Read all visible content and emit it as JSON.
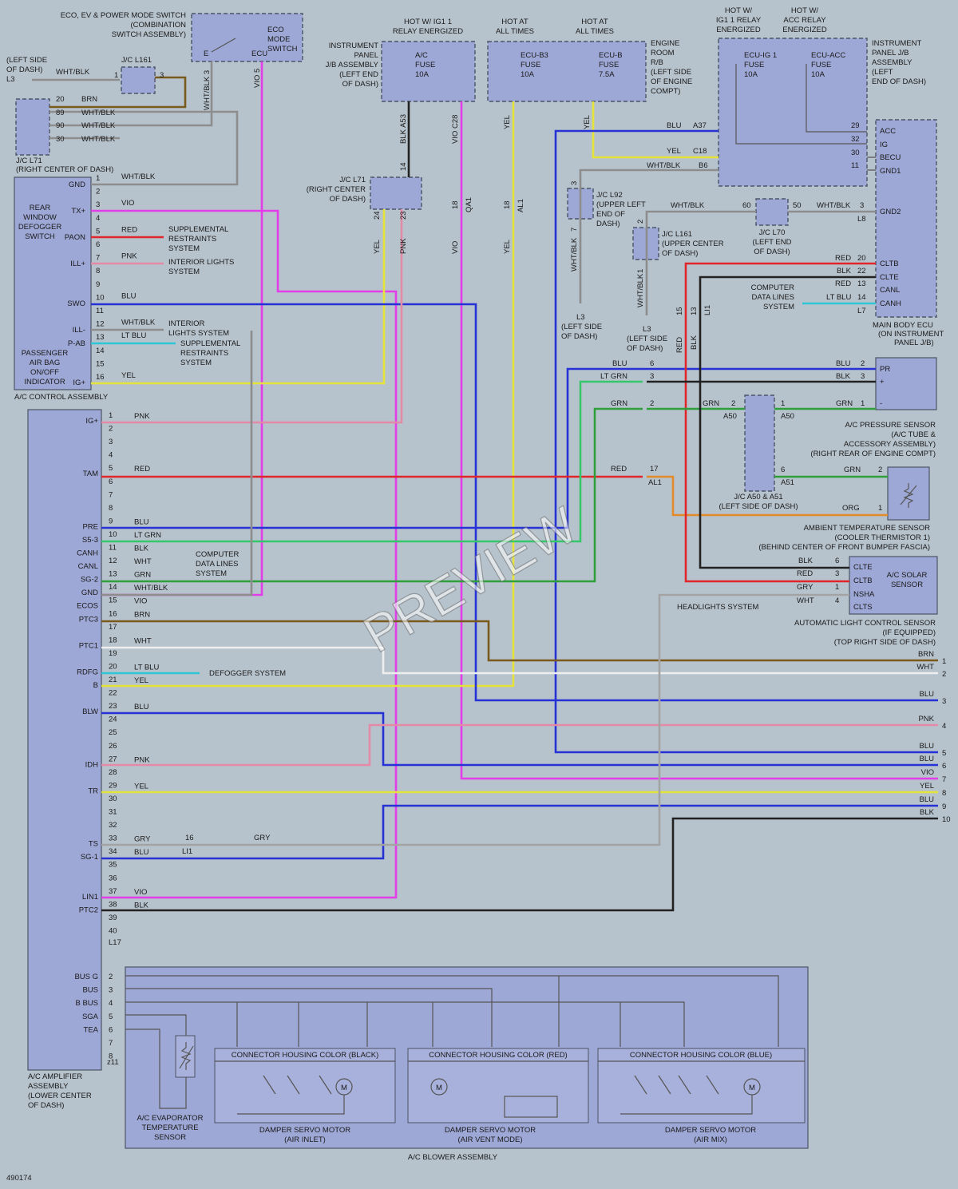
{
  "diagram_id": "490174",
  "watermark": "PREVIEW",
  "components": {
    "eco_switch": {
      "title": "ECO, EV & POWER MODE SWITCH",
      "title2": "(COMBINATION",
      "title3": "SWITCH ASSEMBLY)",
      "label": "ECO",
      "label2": "MODE",
      "label3": "SWITCH",
      "pin_e": "E",
      "pin_ecu": "ECU"
    },
    "jc_l161_top": {
      "label": "J/C L161",
      "pin1": "1",
      "pin3": "3"
    },
    "left_ground_l3": {
      "line1": "(LEFT SIDE",
      "line2": "OF DASH)",
      "line3": "L3"
    },
    "ip_jb_left": {
      "title": "HOT W/ IG1 1",
      "title2": "RELAY ENERGIZED",
      "l1": "INSTRUMENT",
      "l2": "PANEL",
      "l3": "J/B ASSEMBLY",
      "l4": "(LEFT END",
      "l5": "OF DASH)",
      "fuse_name": "A/C",
      "fuse_type": "FUSE",
      "fuse_rating": "10A",
      "pin_a53": "A53",
      "pin_c28": "C28"
    },
    "engine_room_rb": {
      "hot1": "HOT AT",
      "hot1b": "ALL TIMES",
      "hot2": "HOT AT",
      "hot2b": "ALL TIMES",
      "l1": "ENGINE",
      "l2": "ROOM",
      "l3": "R/B",
      "l4": "(LEFT SIDE",
      "l5": "OF ENGINE",
      "l6": "COMPT)",
      "fuse1": "ECU-B3",
      "fuse1b": "FUSE",
      "fuse1c": "10A",
      "fuse2": "ECU-B",
      "fuse2b": "FUSE",
      "fuse2c": "7.5A"
    },
    "ip_jb_right": {
      "hot1": "HOT W/",
      "hot1b": "IG1 1 RELAY",
      "hot1c": "ENERGIZED",
      "hot2": "HOT W/",
      "hot2b": "ACC RELAY",
      "hot2c": "ENERGIZED",
      "l1": "INSTRUMENT",
      "l2": "PANEL J/B",
      "l3": "ASSEMBLY",
      "l4": "(LEFT",
      "l5": "END OF DASH)",
      "fuse1": "ECU-IG 1",
      "fuse1b": "FUSE",
      "fuse1c": "10A",
      "fuse2": "ECU-ACC",
      "fuse2b": "FUSE",
      "fuse2c": "10A"
    },
    "main_body_ecu": {
      "l1": "MAIN BODY ECU",
      "l2": "(ON INSTRUMENT",
      "l3": "PANEL J/B)",
      "acc": "ACC",
      "ig": "IG",
      "becu": "BECU",
      "gnd1": "GND1",
      "gnd2": "GND2",
      "cltb": "CLTB",
      "clte": "CLTE",
      "canl": "CANL",
      "canh": "CANH",
      "conn_l8": "L8",
      "conn_l7": "L7"
    },
    "jc_l71_top": {
      "l1": "J/C L71",
      "l2": "(RIGHT CENTER OF DASH)"
    },
    "jc_l71_mid": {
      "l1": "J/C L71",
      "l2": "(RIGHT CENTER",
      "l3": "OF DASH)"
    },
    "jc_l92": {
      "l1": "J/C L92",
      "l2": "(UPPER LEFT",
      "l3": "END OF",
      "l4": "DASH)"
    },
    "jc_l161_mid": {
      "l1": "J/C L161",
      "l2": "(UPPER CENTER",
      "l3": "OF DASH)"
    },
    "jc_l70": {
      "l1": "J/C L70",
      "l2": "(LEFT END",
      "l3": "OF DASH)"
    },
    "gnd_l3_a": {
      "l1": "L3",
      "l2": "(LEFT SIDE",
      "l3": "OF DASH)"
    },
    "gnd_l3_b": {
      "l1": "L3",
      "l2": "(LEFT SIDE",
      "l3": "OF DASH)"
    },
    "computer_data_upper": {
      "l1": "COMPUTER",
      "l2": "DATA LINES",
      "l3": "SYSTEM"
    },
    "ac_control": {
      "title": "A/C CONTROL ASSEMBLY",
      "gnd": "GND",
      "rear1": "REAR",
      "rear2": "WINDOW",
      "rear3": "DEFOGGER",
      "rear4": "SWITCH",
      "txp": "TX+",
      "paon": "PAON",
      "illp": "ILL+",
      "swo": "SWO",
      "illm": "ILL-",
      "pab": "P-AB",
      "pa1": "PASSENGER",
      "pa2": "AIR BAG",
      "pa3": "ON/OFF",
      "pa4": "INDICATOR",
      "igp": "IG+"
    },
    "srs1": {
      "l1": "SUPPLEMENTAL",
      "l2": "RESTRAINTS",
      "l3": "SYSTEM"
    },
    "interior1": {
      "l1": "INTERIOR LIGHTS",
      "l2": "SYSTEM"
    },
    "interior2": {
      "l1": "INTERIOR",
      "l2": "LIGHTS SYSTEM"
    },
    "srs2": {
      "l1": "SUPPLEMENTAL",
      "l2": "RESTRAINTS",
      "l3": "SYSTEM"
    },
    "pressure_sensor": {
      "pr": "PR",
      "plus": "+",
      "minus": "-",
      "l1": "A/C PRESSURE SENSOR",
      "l2": "(A/C TUBE &",
      "l3": "ACCESSORY ASSEMBLY)",
      "l4": "(RIGHT REAR OF ENGINE COMPT)"
    },
    "jc_a50": {
      "l1": "J/C A50 & A51",
      "l2": "(LEFT SIDE OF DASH)",
      "a50a": "A50",
      "a50b": "A50",
      "a51": "A51"
    },
    "ambient_sensor": {
      "l1": "AMBIENT TEMPERATURE SENSOR",
      "l2": "(COOLER THERMISTOR 1)",
      "l3": "(BEHIND CENTER OF FRONT BUMPER FASCIA)"
    },
    "solar_sensor": {
      "clte": "CLTE",
      "cltb": "CLTB",
      "nsha": "NSHA",
      "clts": "CLTS",
      "l1": "A/C SOLAR",
      "l2": "SENSOR",
      "al1": "AUTOMATIC LIGHT CONTROL SENSOR",
      "al2": "(IF EQUIPPED)",
      "al3": "(TOP RIGHT SIDE OF DASH)",
      "headlights": "HEADLIGHTS SYSTEM"
    },
    "amplifier": {
      "l1": "A/C AMPLIFIER",
      "l2": "ASSEMBLY",
      "l3": "(LOWER CENTER",
      "l4": "OF DASH)",
      "conn_l17": "L17",
      "conn_z11": "z11"
    },
    "computer_data_lower": {
      "l1": "COMPUTER",
      "l2": "DATA LINES",
      "l3": "SYSTEM"
    },
    "defogger": {
      "l1": "DEFOGGER SYSTEM"
    },
    "blower": {
      "title": "A/C BLOWER ASSEMBLY",
      "busg": "BUS G",
      "bus": "BUS",
      "bbus": "B BUS",
      "sga": "SGA",
      "tea": "TEA",
      "evap1": "A/C EVAPORATOR",
      "evap2": "TEMPERATURE",
      "evap3": "SENSOR",
      "conn_black": "CONNECTOR HOUSING COLOR (BLACK)",
      "conn_red": "CONNECTOR HOUSING COLOR (RED)",
      "conn_blue": "CONNECTOR HOUSING COLOR (BLUE)",
      "m1a": "DAMPER SERVO MOTOR",
      "m1b": "(AIR INLET)",
      "m2a": "DAMPER SERVO MOTOR",
      "m2b": "(AIR VENT MODE)",
      "m3a": "DAMPER SERVO MOTOR",
      "m3b": "(AIR MIX)",
      "motor_symbol": "M"
    }
  },
  "wire_colors": {
    "VIO": "#e23de8",
    "YEL": "#e5e23a",
    "BLU": "#2632d6",
    "RED": "#e0262b",
    "PNK": "#e58aa6",
    "LT_BLU": "#2ec6d6",
    "LT_GRN": "#36c76a",
    "GRN": "#2f9f3b",
    "BRN": "#7a5a1c",
    "WHT": "#eeeeee",
    "GRY": "#a3a3a3",
    "BLK": "#222222",
    "WHT_BLK": "#8d8d8d",
    "ORG": "#e38a2a"
  },
  "ac_control_pins": [
    {
      "pin": "1",
      "color": "",
      "wire": "WHT/BLK"
    },
    {
      "pin": "2",
      "color": "",
      "wire": ""
    },
    {
      "pin": "3",
      "color": "VIO",
      "wire": "VIO"
    },
    {
      "pin": "4",
      "color": "",
      "wire": ""
    },
    {
      "pin": "5",
      "color": "RED",
      "wire": "RED"
    },
    {
      "pin": "6",
      "color": "",
      "wire": ""
    },
    {
      "pin": "7",
      "color": "PNK",
      "wire": "PNK"
    },
    {
      "pin": "8",
      "color": "",
      "wire": ""
    },
    {
      "pin": "9",
      "color": "",
      "wire": ""
    },
    {
      "pin": "10",
      "color": "BLU",
      "wire": "BLU"
    },
    {
      "pin": "11",
      "color": "",
      "wire": ""
    },
    {
      "pin": "12",
      "color": "WHT_BLK",
      "wire": "WHT/BLK"
    },
    {
      "pin": "13",
      "color": "LT_BLU",
      "wire": "LT BLU"
    },
    {
      "pin": "14",
      "color": "",
      "wire": ""
    },
    {
      "pin": "15",
      "color": "",
      "wire": ""
    },
    {
      "pin": "16",
      "color": "YEL",
      "wire": "YEL"
    }
  ],
  "amplifier_pins": [
    {
      "pin": "1",
      "name": "IG+",
      "wire": "PNK"
    },
    {
      "pin": "2",
      "name": "",
      "wire": ""
    },
    {
      "pin": "3",
      "name": "",
      "wire": ""
    },
    {
      "pin": "4",
      "name": "",
      "wire": ""
    },
    {
      "pin": "5",
      "name": "TAM",
      "wire": "RED"
    },
    {
      "pin": "6",
      "name": "",
      "wire": ""
    },
    {
      "pin": "7",
      "name": "",
      "wire": ""
    },
    {
      "pin": "8",
      "name": "",
      "wire": ""
    },
    {
      "pin": "9",
      "name": "PRE",
      "wire": "BLU"
    },
    {
      "pin": "10",
      "name": "S5-3",
      "wire": "LT GRN"
    },
    {
      "pin": "11",
      "name": "CANH",
      "wire": "BLK"
    },
    {
      "pin": "12",
      "name": "CANL",
      "wire": "WHT"
    },
    {
      "pin": "13",
      "name": "SG-2",
      "wire": "GRN"
    },
    {
      "pin": "14",
      "name": "GND",
      "wire": "WHT/BLK"
    },
    {
      "pin": "15",
      "name": "ECOS",
      "wire": "VIO"
    },
    {
      "pin": "16",
      "name": "PTC3",
      "wire": "BRN"
    },
    {
      "pin": "17",
      "name": "",
      "wire": ""
    },
    {
      "pin": "18",
      "name": "PTC1",
      "wire": "WHT"
    },
    {
      "pin": "19",
      "name": "",
      "wire": ""
    },
    {
      "pin": "20",
      "name": "RDFG",
      "wire": "LT BLU"
    },
    {
      "pin": "21",
      "name": "B",
      "wire": "YEL"
    },
    {
      "pin": "22",
      "name": "",
      "wire": ""
    },
    {
      "pin": "23",
      "name": "BLW",
      "wire": "BLU"
    },
    {
      "pin": "24",
      "name": "",
      "wire": ""
    },
    {
      "pin": "25",
      "name": "",
      "wire": ""
    },
    {
      "pin": "26",
      "name": "",
      "wire": ""
    },
    {
      "pin": "27",
      "name": "IDH",
      "wire": "PNK"
    },
    {
      "pin": "28",
      "name": "",
      "wire": ""
    },
    {
      "pin": "29",
      "name": "TR",
      "wire": "YEL"
    },
    {
      "pin": "30",
      "name": "",
      "wire": ""
    },
    {
      "pin": "31",
      "name": "",
      "wire": ""
    },
    {
      "pin": "32",
      "name": "",
      "wire": ""
    },
    {
      "pin": "33",
      "name": "TS",
      "wire": "GRY"
    },
    {
      "pin": "34",
      "name": "SG-1",
      "wire": "BLU"
    },
    {
      "pin": "35",
      "name": "",
      "wire": ""
    },
    {
      "pin": "36",
      "name": "",
      "wire": ""
    },
    {
      "pin": "37",
      "name": "LIN1",
      "wire": "VIO"
    },
    {
      "pin": "38",
      "name": "PTC2",
      "wire": "BLK"
    },
    {
      "pin": "39",
      "name": "",
      "wire": ""
    },
    {
      "pin": "40",
      "name": "",
      "wire": ""
    }
  ],
  "blower_pins": [
    {
      "pin": "2",
      "name": "BUS G"
    },
    {
      "pin": "3",
      "name": "BUS"
    },
    {
      "pin": "4",
      "name": "B BUS"
    },
    {
      "pin": "5",
      "name": "SGA"
    },
    {
      "pin": "6",
      "name": "TEA"
    },
    {
      "pin": "7",
      "name": ""
    },
    {
      "pin": "8",
      "name": ""
    }
  ],
  "right_terminals": [
    {
      "n": "1",
      "wire": "BRN"
    },
    {
      "n": "2",
      "wire": "WHT"
    },
    {
      "n": "3",
      "wire": "BLU"
    },
    {
      "n": "4",
      "wire": "PNK"
    },
    {
      "n": "5",
      "wire": "BLU"
    },
    {
      "n": "6",
      "wire": "BLU"
    },
    {
      "n": "7",
      "wire": "VIO"
    },
    {
      "n": "8",
      "wire": "YEL"
    },
    {
      "n": "9",
      "wire": "BLU"
    },
    {
      "n": "10",
      "wire": "BLK"
    }
  ],
  "labels": {
    "wht_blk": "WHT/BLK",
    "brn": "BRN",
    "vio": "VIO",
    "yel": "YEL",
    "blu": "BLU",
    "red": "RED",
    "pnk": "PNK",
    "lt_blu": "LT BLU",
    "lt_grn": "LT GRN",
    "grn": "GRN",
    "blk": "BLK",
    "wht": "WHT",
    "gry": "GRY",
    "org": "ORG",
    "blk_a53": "BLK A53",
    "vio_c28": "VIO C28",
    "vio_5": "VIO 5",
    "whtblk_3": "WHT/BLK 3",
    "p20": "20",
    "p89": "89",
    "p90": "90",
    "p30": "30",
    "p29": "29",
    "p32": "32",
    "p11": "11",
    "p14": "14",
    "p24": "24",
    "p23": "23",
    "p18": "18",
    "p60": "60",
    "p50": "50",
    "p3": "3",
    "p7": "7",
    "p2": "2",
    "p1": "1",
    "p22": "22",
    "p13": "13",
    "p15": "15",
    "p6": "6",
    "p17": "17",
    "p16": "16",
    "p4": "4",
    "a37": "A37",
    "c18": "C18",
    "b6": "B6",
    "al1": "AL1",
    "ll1": "LI1",
    "li1b": "LI1",
    "qa1": "QA1",
    "al1b": "AL1",
    "l3": "L3"
  }
}
